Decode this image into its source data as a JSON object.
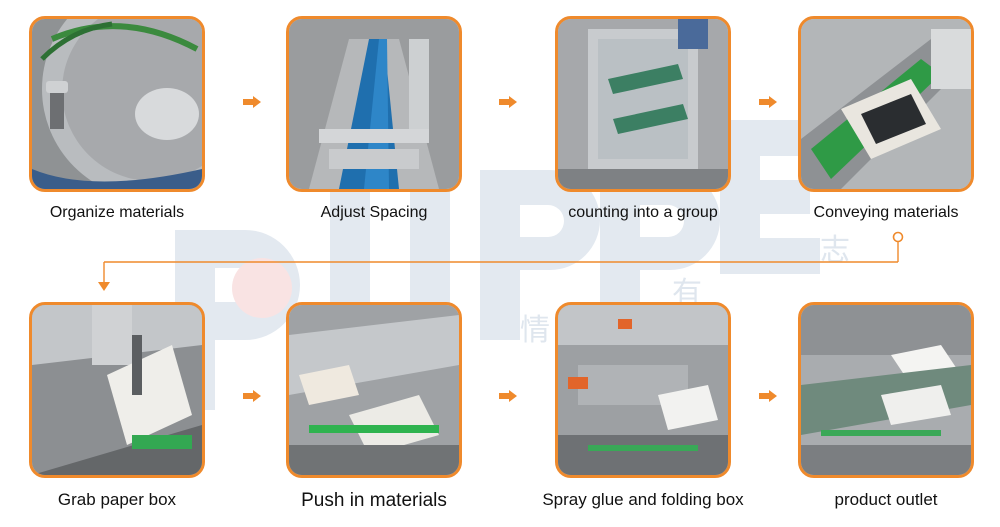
{
  "diagram": {
    "steps": [
      {
        "label": "Organize materials"
      },
      {
        "label": "Adjust Spacing"
      },
      {
        "label": "counting into a group"
      },
      {
        "label": "Conveying materials"
      },
      {
        "label": "Grab paper box"
      },
      {
        "label": "Push in materials"
      },
      {
        "label": "Spray glue and folding box"
      },
      {
        "label": "product outlet"
      }
    ],
    "accent_color": "#ef8a2c",
    "watermark_chars": [
      "情",
      "有",
      "志"
    ]
  }
}
